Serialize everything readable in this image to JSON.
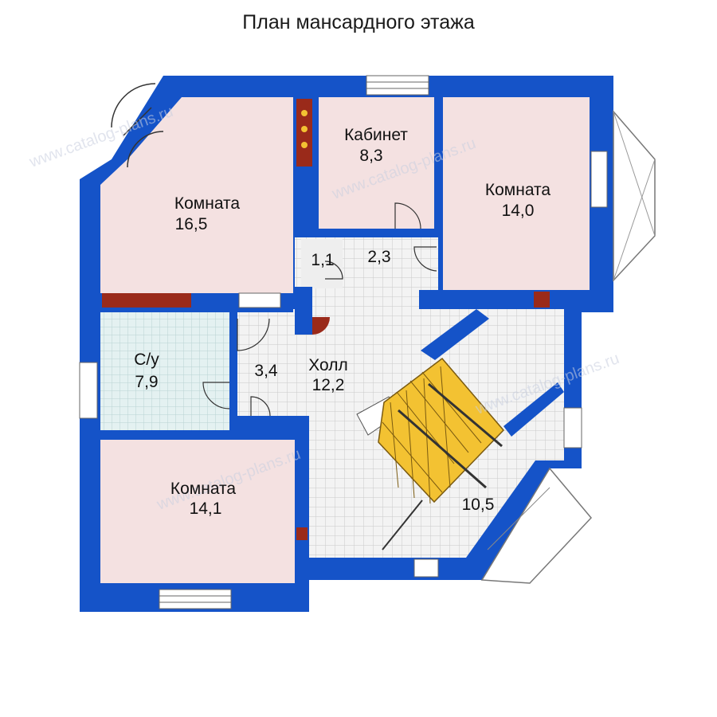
{
  "title": "План мансардного этажа",
  "colors": {
    "wall": "#1553c8",
    "room": "#f4e1e1",
    "wet": "#e3f1f1",
    "hall": "#f1f1f1",
    "stair": "#f3c232",
    "fixture": "#9a2a1a"
  },
  "watermark": "www.catalog-plans.ru",
  "rooms": [
    {
      "name": "Комната",
      "area": "16,5"
    },
    {
      "name": "Кабинет",
      "area": "8,3"
    },
    {
      "name": "Комната",
      "area": "14,0"
    },
    {
      "name": "",
      "area": "1,1"
    },
    {
      "name": "",
      "area": "2,3"
    },
    {
      "name": "С/у",
      "area": "7,9"
    },
    {
      "name": "",
      "area": "3,4"
    },
    {
      "name": "Холл",
      "area": "12,2"
    },
    {
      "name": "Комната",
      "area": "14,1"
    },
    {
      "name": "",
      "area": "10,5"
    }
  ]
}
